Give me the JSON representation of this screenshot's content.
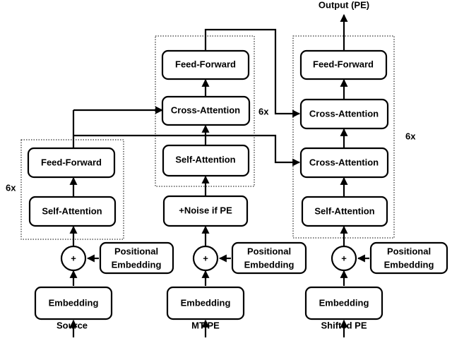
{
  "output_label": "Output (PE)",
  "repeat_label": "6x",
  "plus_symbol": "+",
  "encoders": {
    "source": {
      "input_label": "Source",
      "embedding": "Embedding",
      "positional": [
        "Positional",
        "Embedding"
      ],
      "self_attention": "Self-Attention",
      "feed_forward": "Feed-Forward"
    },
    "mt": {
      "input_label": "MT/PE",
      "embedding": "Embedding",
      "positional": [
        "Positional",
        "Embedding"
      ],
      "noise": "+Noise if PE",
      "self_attention": "Self-Attention",
      "cross_attention": "Cross-Attention",
      "feed_forward": "Feed-Forward"
    }
  },
  "decoder": {
    "input_label": "Shifted PE",
    "embedding": "Embedding",
    "positional": [
      "Positional",
      "Embedding"
    ],
    "self_attention": "Self-Attention",
    "cross_attention_1": "Cross-Attention",
    "cross_attention_2": "Cross-Attention",
    "feed_forward": "Feed-Forward"
  }
}
